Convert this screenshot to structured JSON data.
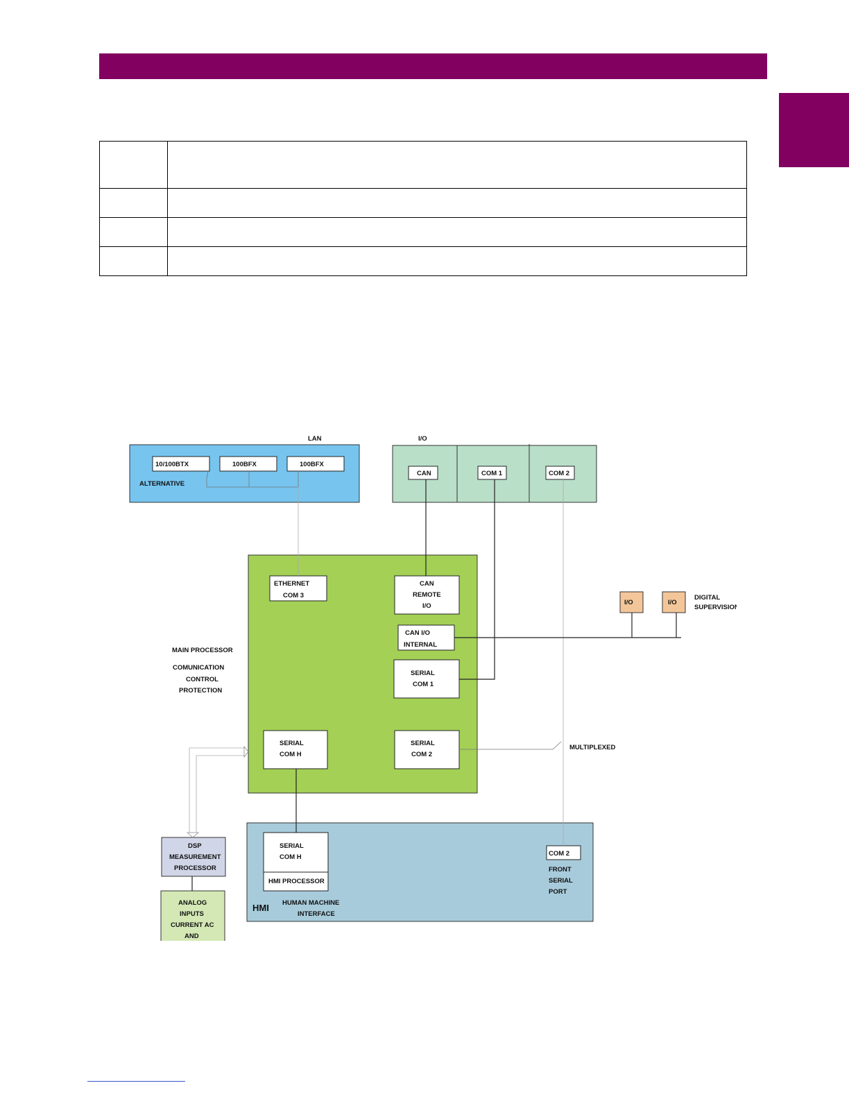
{
  "colors": {
    "header": "#820060",
    "lan_region": "#77c4ef",
    "io_region": "#b9dfc9",
    "main_processor": "#a3d055",
    "hmi_region": "#a7cbdb",
    "dsp_box": "#d0d5e7",
    "analog_box": "#d4e8b5",
    "io_modules": "#f3c69a"
  },
  "lan": {
    "title": "LAN",
    "port1": "10/100BTX",
    "port2": "100BFX",
    "port3": "100BFX",
    "alternative": "ALTERNATIVE"
  },
  "io": {
    "title": "I/O",
    "can": "CAN",
    "com1": "COM 1",
    "com2": "COM 2"
  },
  "main": {
    "ethernet": [
      "ETHERNET",
      "COM 3"
    ],
    "can_remote": [
      "CAN",
      "REMOTE",
      "I/O"
    ],
    "can_internal": [
      "CAN I/O",
      "INTERNAL"
    ],
    "serial1": [
      "SERIAL",
      "COM 1"
    ],
    "serialh": [
      "SERIAL",
      "COM H"
    ],
    "serial2": [
      "SERIAL",
      "COM 2"
    ]
  },
  "labels": {
    "main_processor": "MAIN  PROCESSOR",
    "functions": [
      "COMUNICATION",
      "CONTROL",
      "PROTECTION"
    ],
    "multiplexed": "MULTIPLEXED",
    "digital_supervision": [
      "DIGITAL",
      "SUPERVISION"
    ]
  },
  "io_modules": [
    "I/O",
    "I/O"
  ],
  "dsp": [
    "DSP",
    "MEASUREMENT",
    "PROCESSOR"
  ],
  "analog": [
    "ANALOG",
    "INPUTS",
    "CURRENT AC",
    "AND"
  ],
  "hmi": {
    "serial": [
      "SERIAL",
      "COM H"
    ],
    "processor": "HMI  PROCESSOR",
    "abbr": "HMI",
    "name": [
      "HUMAN MACHINE",
      "INTERFACE"
    ],
    "com2": "COM 2",
    "front": [
      "FRONT",
      "SERIAL",
      "PORT"
    ]
  }
}
